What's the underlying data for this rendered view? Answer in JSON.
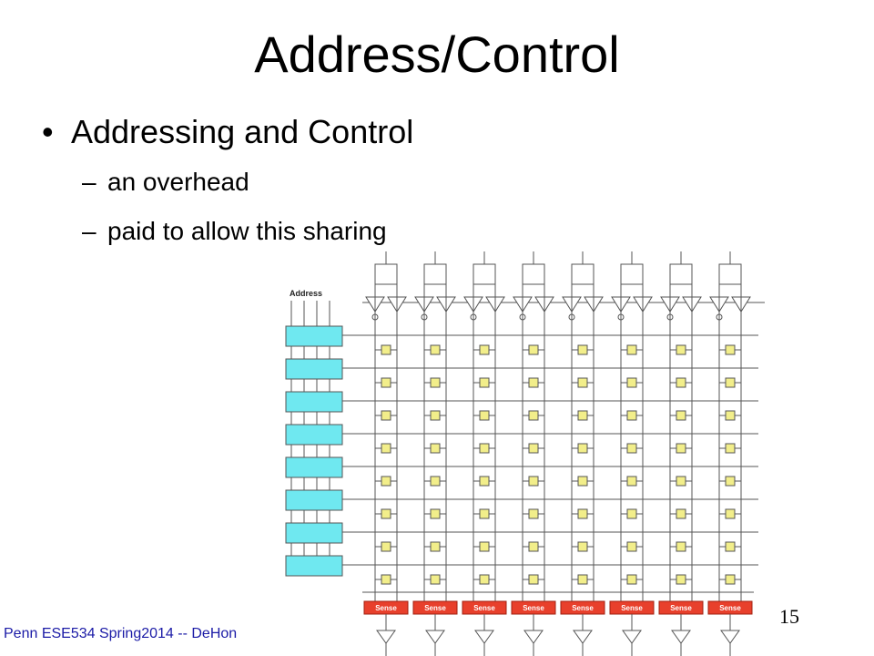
{
  "slide": {
    "title": "Address/Control",
    "bullet": {
      "marker": "•",
      "text": "Addressing and Control"
    },
    "sub_items": [
      {
        "marker": "–",
        "text": "an overhead"
      },
      {
        "marker": "–",
        "text": "paid to allow this sharing"
      }
    ],
    "footer": "Penn ESE534 Spring2014 -- DeHon",
    "page_number": "15"
  },
  "diagram": {
    "address_label": "Address",
    "sense_label": "Sense",
    "rows": 8,
    "columns": 8,
    "colors": {
      "decoder_fill": "#6fe8f0",
      "cell_fill": "#f2ee8a",
      "sense_fill": "#e8402c",
      "line": "#555555"
    }
  }
}
